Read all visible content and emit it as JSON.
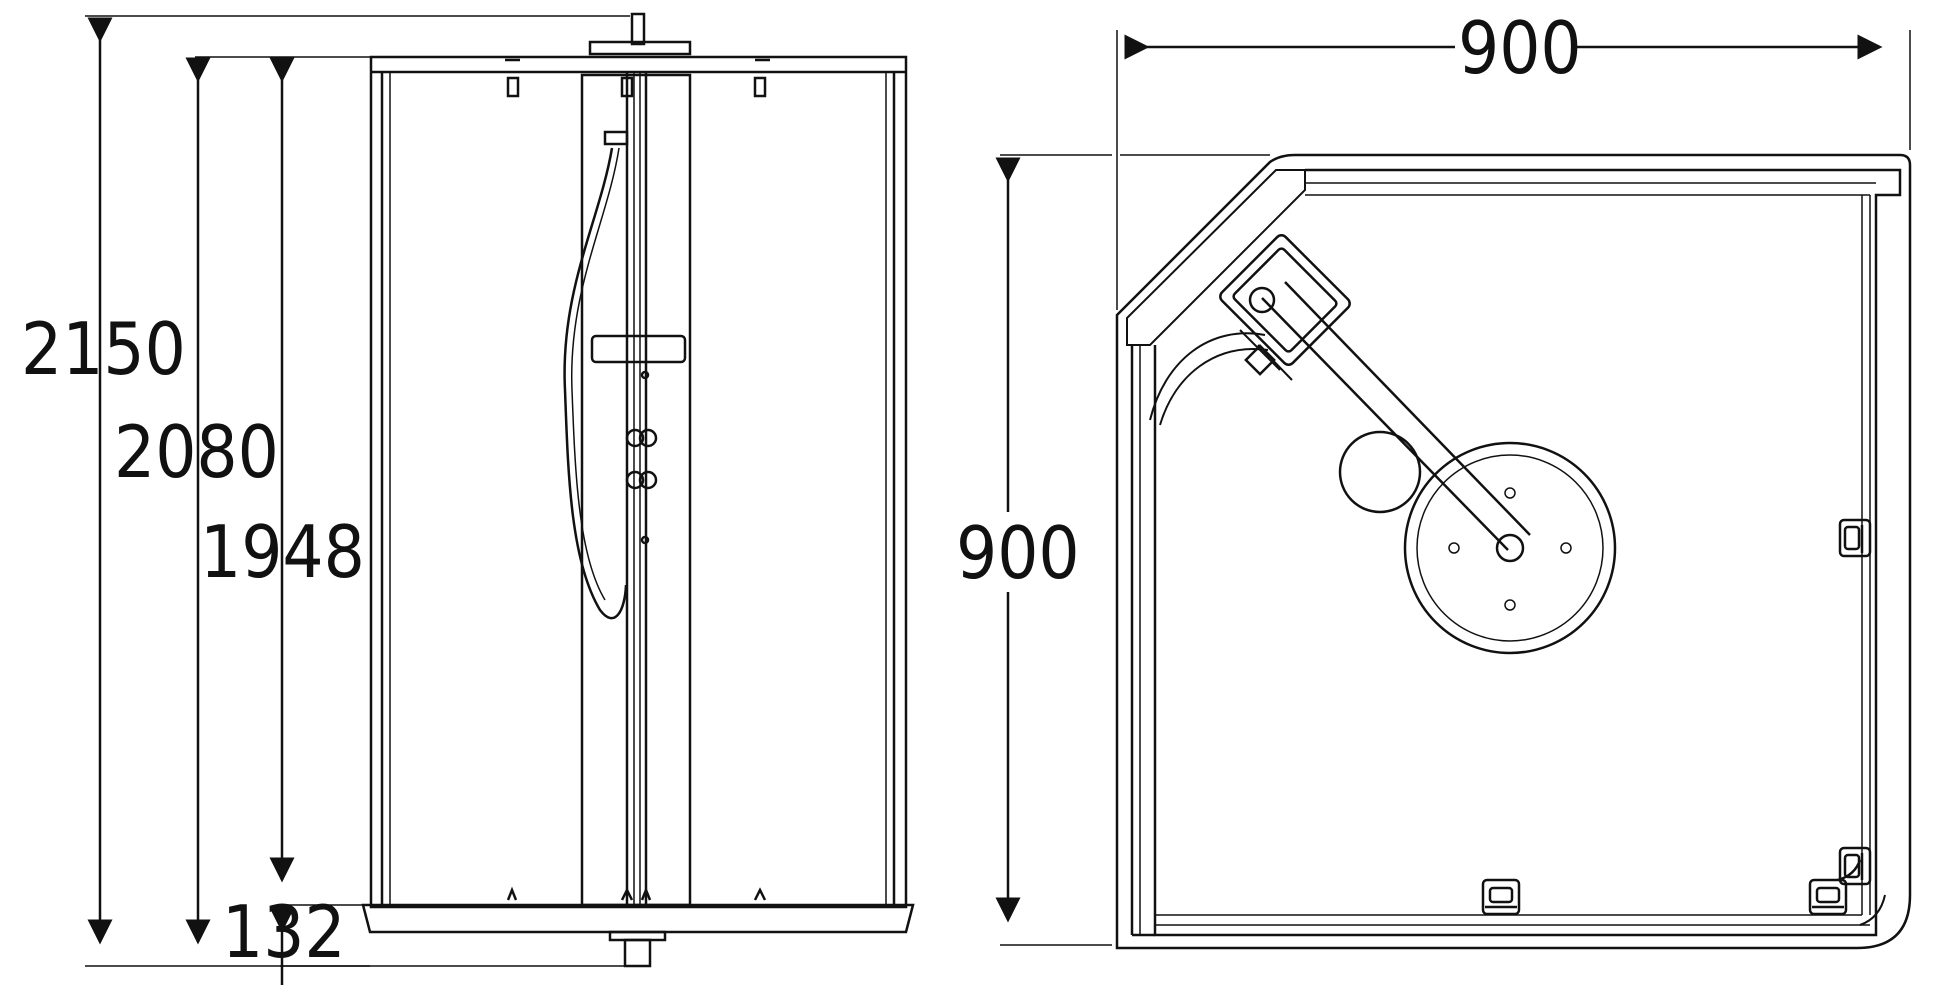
{
  "front_view": {
    "total_height": "2150",
    "frame_height": "2080",
    "door_height": "1948",
    "tray_height": "132"
  },
  "top_view": {
    "width": "900",
    "depth": "900"
  },
  "colors": {
    "line": "#111111",
    "background": "#ffffff"
  }
}
